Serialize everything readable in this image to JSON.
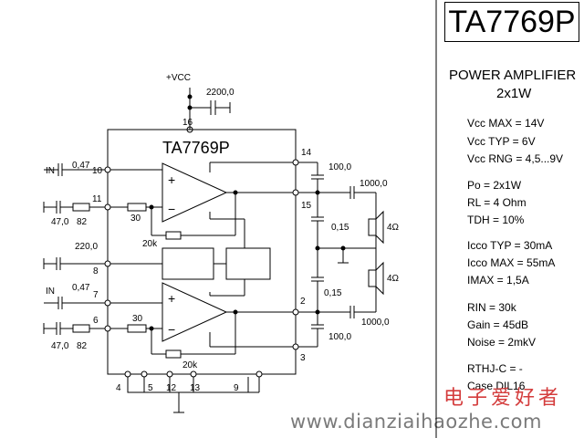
{
  "part_number": "TA7769P",
  "ic_label": "TA7769P",
  "header": {
    "line1": "POWER AMPLIFIER",
    "line2": "2x1W"
  },
  "specs": [
    "Vcc MAX = 14V",
    "Vcc TYP = 6V",
    "Vcc RNG = 4,5...9V",
    "Po = 2x1W",
    "RL = 4 Ohm",
    "TDH = 10%",
    "Icco TYP = 30mA",
    "Icco MAX = 55mA",
    "IMAX = 1,5A",
    "RIN = 30k",
    "Gain = 45dB",
    "Noise = 2mkV",
    "RTHJ-C = -",
    "Case DIL16"
  ],
  "labels": {
    "vcc": "+VCC",
    "c_supply": "2200,0",
    "pin16": "16",
    "pin14": "14",
    "pin15": "15",
    "pin10": "10",
    "pin11": "11",
    "pin8": "8",
    "pin7": "7",
    "pin6": "6",
    "pin2": "2",
    "pin3": "3",
    "pin4": "4",
    "pin5": "5",
    "pin12": "12",
    "pin13": "13",
    "pin9": "9",
    "in1": "IN",
    "in2": "IN",
    "c_in1": "0,47",
    "c_in2": "0,47",
    "c_fb1": "47,0",
    "c_fb2": "47,0",
    "r_fb1": "82",
    "r_fb2": "82",
    "r_in1": "30",
    "r_in2": "30",
    "r_bias1": "20k",
    "r_bias2": "20k",
    "c_pin8": "220,0",
    "c_boot1": "100,0",
    "c_boot2": "100,0",
    "c_out1": "1000,0",
    "c_out2": "1000,0",
    "c_zob1": "0,15",
    "c_zob2": "0,15",
    "spk1": "4Ω",
    "spk2": "4Ω",
    "plus1": "+",
    "minus1": "−",
    "plus2": "+",
    "minus2": "−"
  },
  "watermark": {
    "cn": "电子爱好者",
    "url": "www.dianziaihaozhe.com"
  },
  "colors": {
    "watermark_cn": "#d43c3c",
    "watermark_url": "#7a7a7a"
  }
}
